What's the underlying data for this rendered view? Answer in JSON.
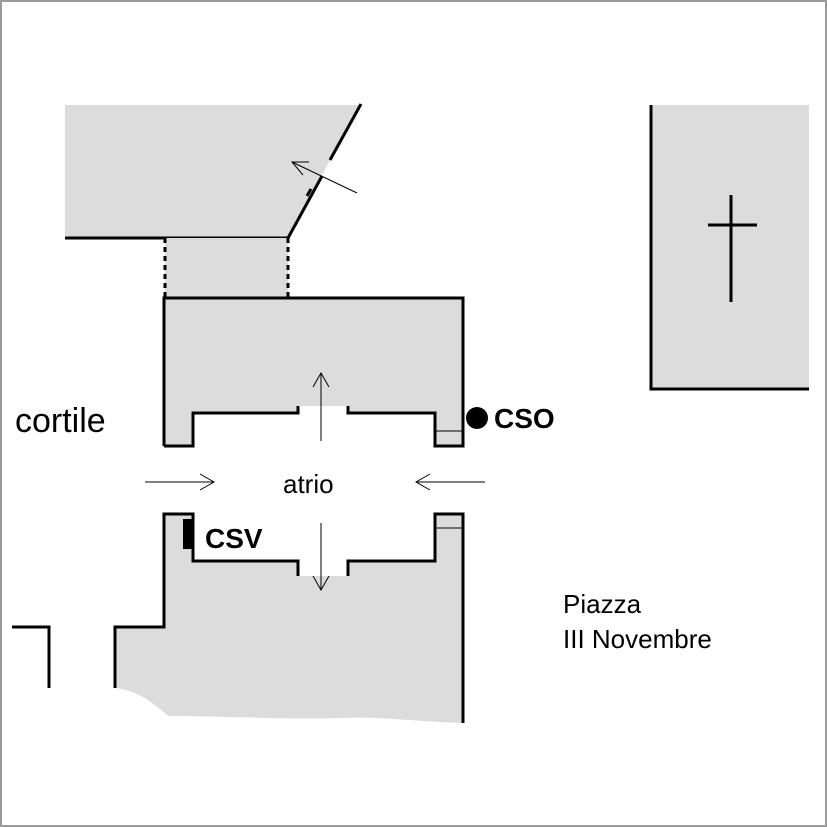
{
  "labels": {
    "cortile": "cortile",
    "atrio": "atrio",
    "cso": "CSO",
    "csv": "CSV",
    "piazza_line1": "Piazza",
    "piazza_line2": "III Novembre"
  },
  "colors": {
    "building_fill": "#dcdcdc",
    "wall": "#000000",
    "frame": "#9a9a9a",
    "background": "#ffffff"
  },
  "symbols": {
    "church": "cross-icon",
    "cso_marker": "filled-circle",
    "csv_marker": "filled-rectangle"
  }
}
